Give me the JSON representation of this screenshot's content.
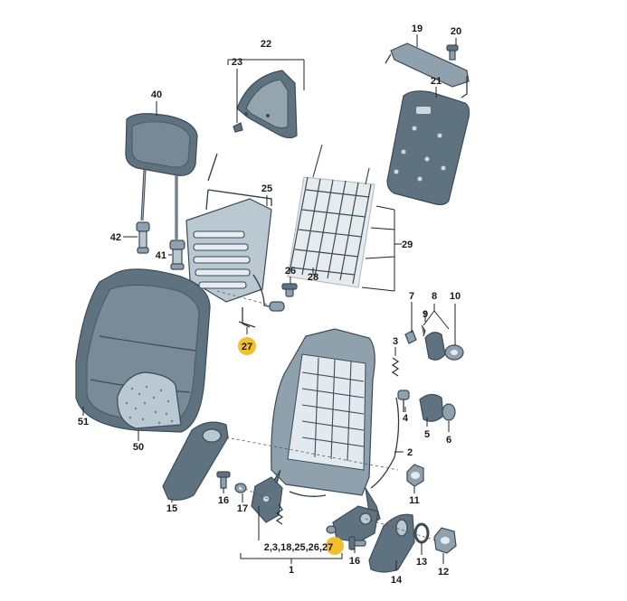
{
  "colors": {
    "part_dark": "#5f7280",
    "part_mid": "#8fa1ad",
    "part_light": "#b9c8d1",
    "outline": "#3d4a57",
    "highlight": "#f2c02e"
  },
  "callouts": {
    "c1": "1",
    "c2": "2",
    "c3": "3",
    "c4": "4",
    "c5": "5",
    "c6": "6",
    "c7": "7",
    "c8": "8",
    "c9": "9",
    "c10": "10",
    "c11": "11",
    "c12": "12",
    "c13": "13",
    "c14": "14",
    "c15": "15",
    "c16a": "16",
    "c16b": "16",
    "c17": "17",
    "c19": "19",
    "c20": "20",
    "c21": "21",
    "c22": "22",
    "c23": "23",
    "c25": "25",
    "c26": "26",
    "c27a": "27",
    "c28": "28",
    "c29": "29",
    "c40": "40",
    "c41": "41",
    "c42": "42",
    "c50": "50",
    "c51": "51",
    "group_text": "2,3,18,25,26,",
    "group_hl": "27"
  }
}
